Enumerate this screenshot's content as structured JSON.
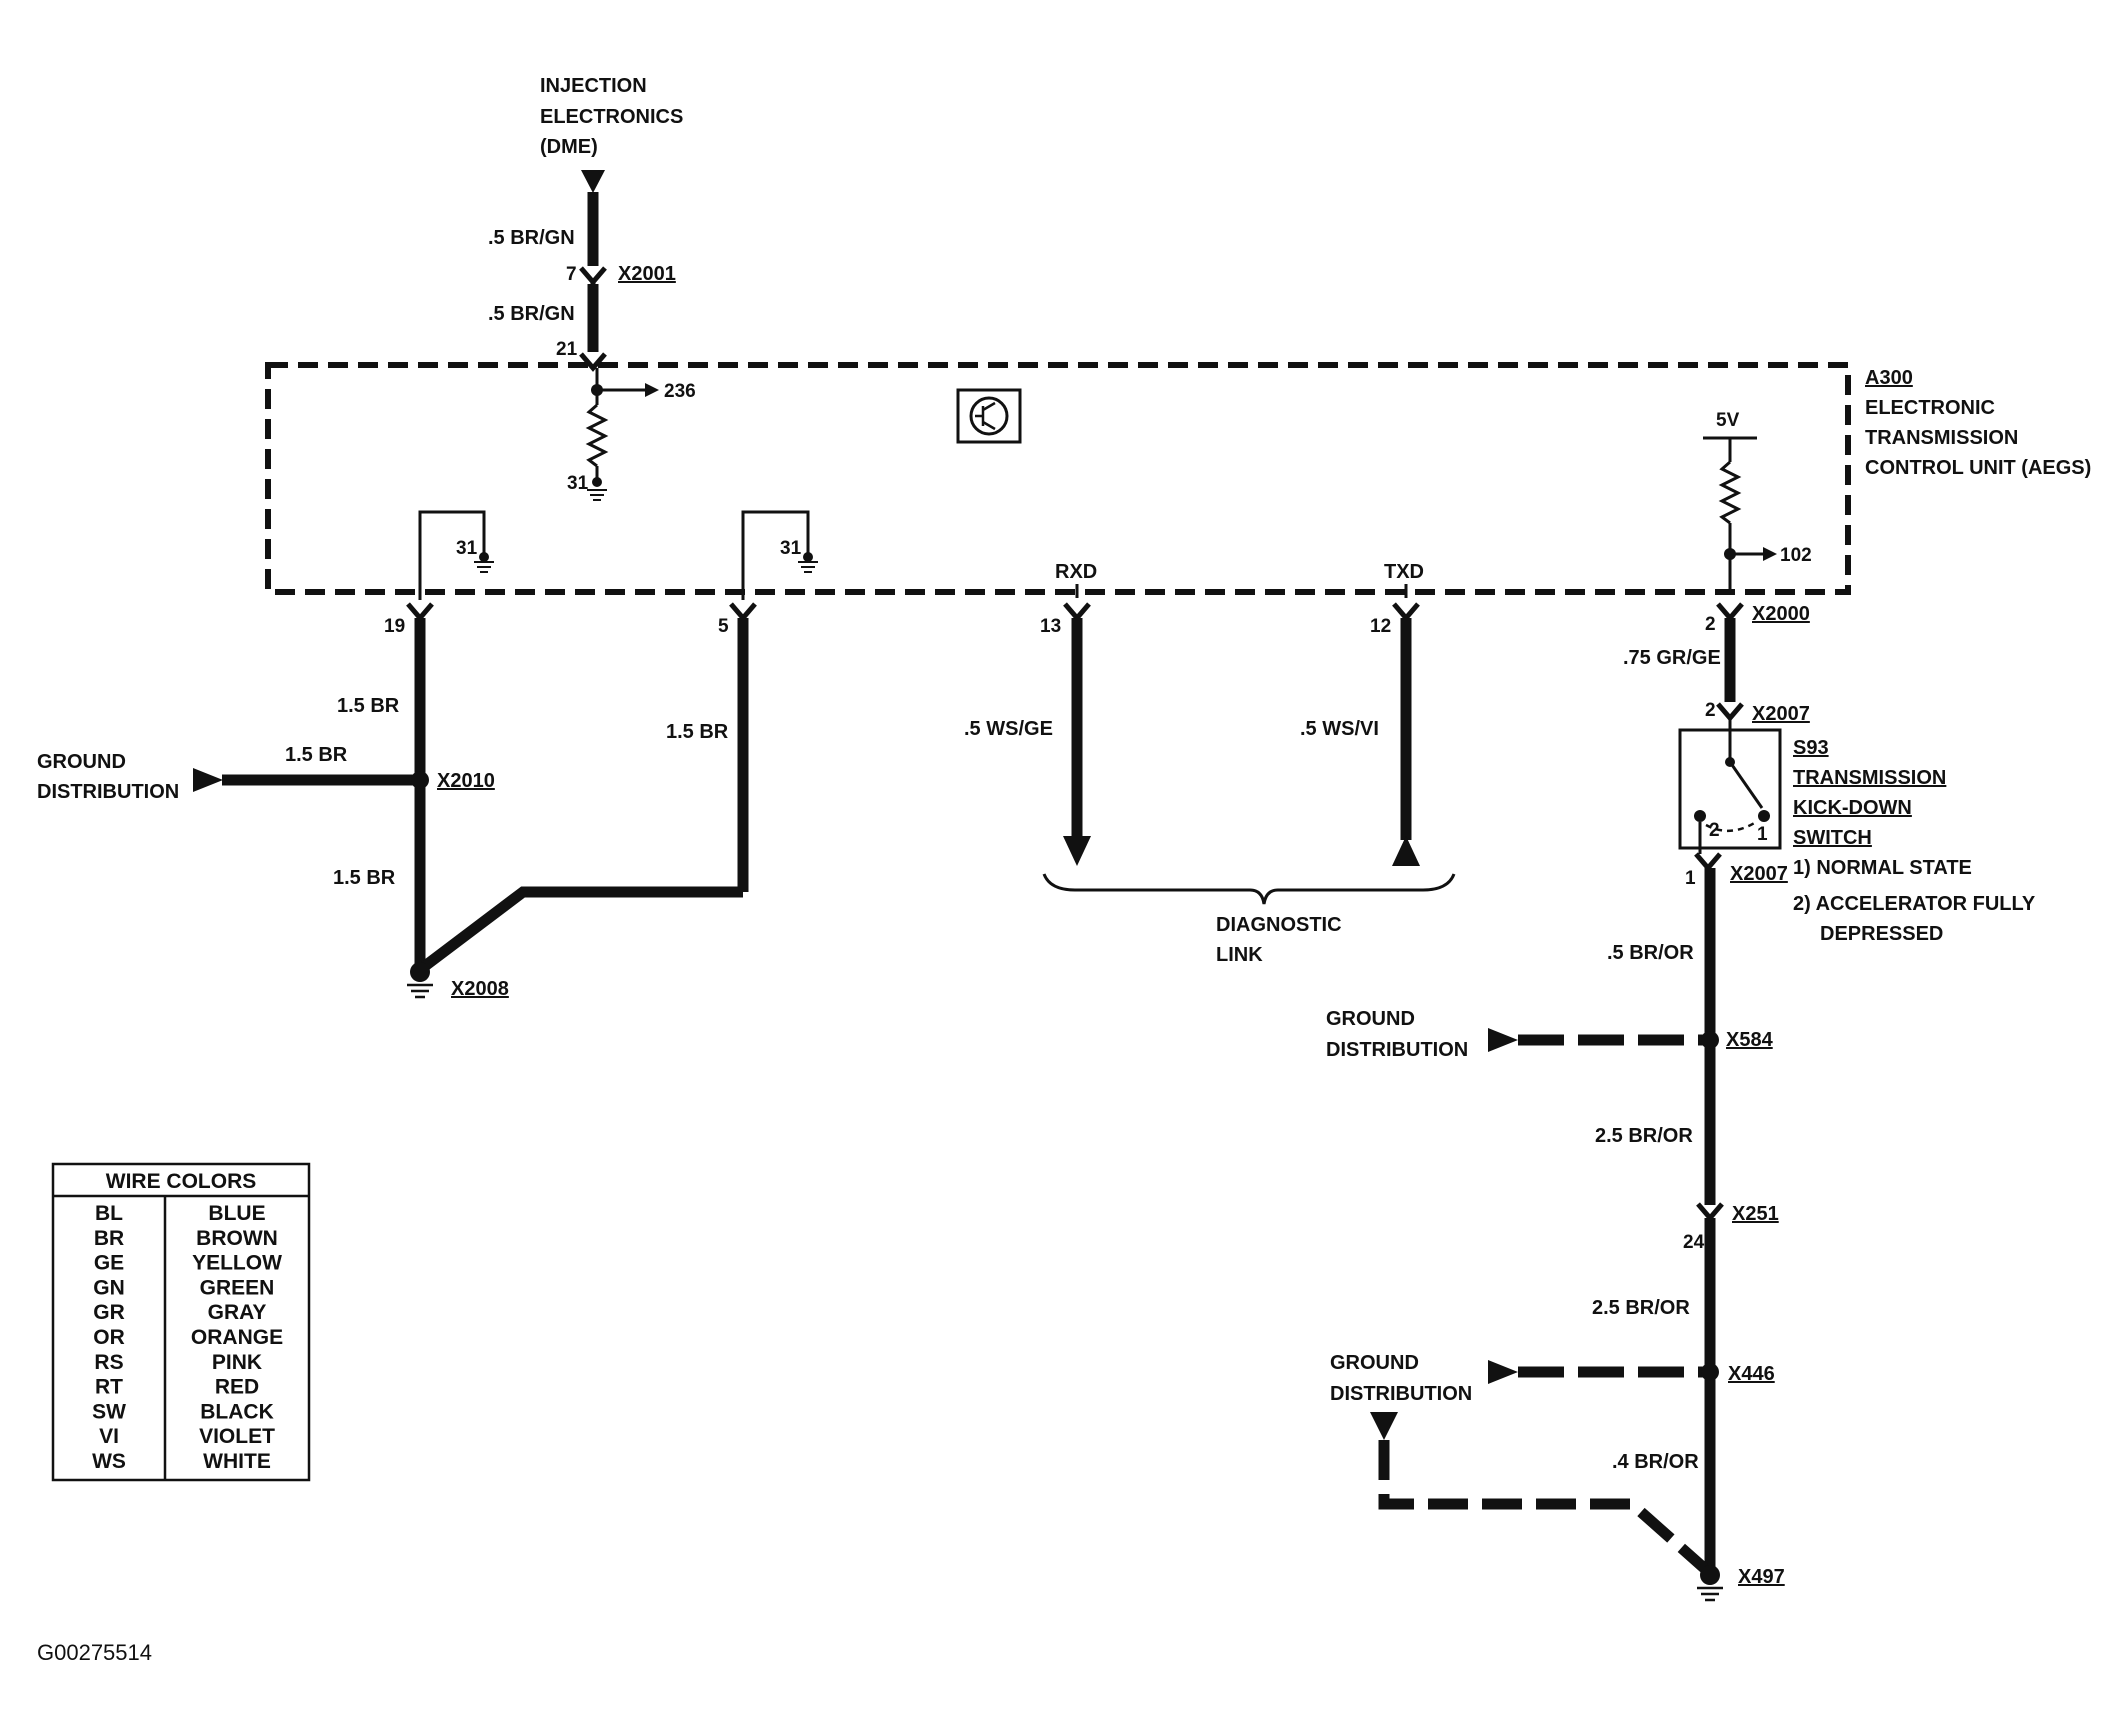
{
  "diagram": {
    "colors": {
      "wire": "#111111",
      "background": "#ffffff"
    },
    "labels": {
      "inj1": "INJECTION",
      "inj2": "ELECTRONICS",
      "inj3": "(DME)",
      "w_top1": ".5  BR/GN",
      "w_top2": ".5  BR/GN",
      "pin7": "7",
      "x2001": "X2001",
      "pin21": "21",
      "ref236": "236",
      "gnd31a": "31",
      "gnd31b": "31",
      "gnd31c": "31",
      "a300_1": "A300",
      "a300_2": "ELECTRONIC",
      "a300_3": "TRANSMISSION",
      "a300_4": "CONTROL UNIT (AEGS)",
      "v5": "5V",
      "ref102": "102",
      "rxd": "RXD",
      "txd": "TXD",
      "pin19": "19",
      "pin5": "5",
      "pin13": "13",
      "pin12": "12",
      "pin2a": "2",
      "x2000": "X2000",
      "w_075": ".75  GR/GE",
      "pin2b": "2",
      "x2007a": "X2007",
      "s93_1": "S93",
      "s93_2": "TRANSMISSION",
      "s93_3": "KICK-DOWN",
      "s93_4": "SWITCH",
      "sw_pin2": "2",
      "sw_pin1": "1",
      "note1": "1) NORMAL STATE",
      "note2a": "2) ACCELERATOR FULLY",
      "note2b": "DEPRESSED",
      "pin1": "1",
      "x2007b": "X2007",
      "w15br_a": "1.5  BR",
      "w15br_b": "1.5  BR",
      "w15br_c": "1.5  BR",
      "w15br_d": "1.5  BR",
      "gd1_1": "GROUND",
      "gd1_2": "DISTRIBUTION",
      "x2010": "X2010",
      "x2008": "X2008",
      "w_wsge": ".5  WS/GE",
      "w_wsvi": ".5  WS/VI",
      "diag1": "DIAGNOSTIC",
      "diag2": "LINK",
      "w_bror05": ".5  BR/OR",
      "gd2_1": "GROUND",
      "gd2_2": "DISTRIBUTION",
      "x584": "X584",
      "w_bror25a": "2.5  BR/OR",
      "x251": "X251",
      "pin24": "24",
      "w_bror25b": "2.5  BR/OR",
      "gd3_1": "GROUND",
      "gd3_2": "DISTRIBUTION",
      "x446": "X446",
      "w_bror4": ".4  BR/OR",
      "x497": "X497",
      "footer": "G00275514"
    },
    "legend": {
      "title": "WIRE COLORS",
      "rows": [
        [
          "BL",
          "BLUE"
        ],
        [
          "BR",
          "BROWN"
        ],
        [
          "GE",
          "YELLOW"
        ],
        [
          "GN",
          "GREEN"
        ],
        [
          "GR",
          "GRAY"
        ],
        [
          "OR",
          "ORANGE"
        ],
        [
          "RS",
          "PINK"
        ],
        [
          "RT",
          "RED"
        ],
        [
          "SW",
          "BLACK"
        ],
        [
          "VI",
          "VIOLET"
        ],
        [
          "WS",
          "WHITE"
        ]
      ]
    }
  }
}
